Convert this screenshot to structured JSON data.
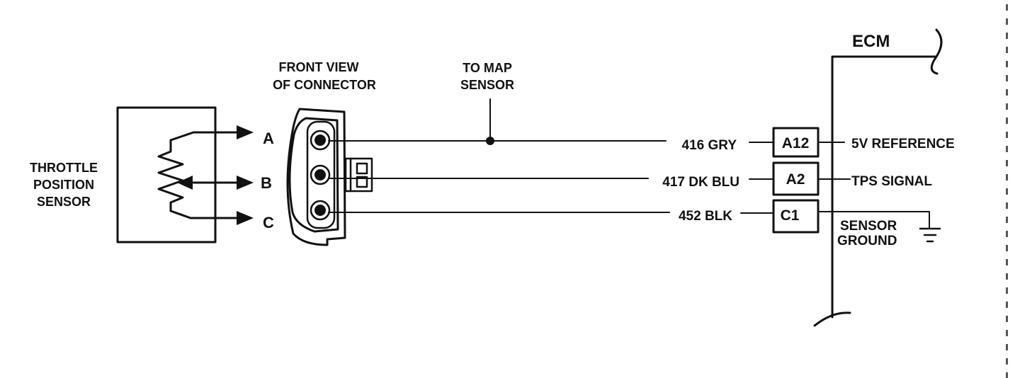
{
  "sensor": {
    "label_lines": [
      "THROTTLE",
      "POSITION",
      "SENSOR"
    ],
    "terminals": [
      "A",
      "B",
      "C"
    ]
  },
  "connector": {
    "label_lines": [
      "FRONT VIEW",
      "OF CONNECTOR"
    ]
  },
  "splice": {
    "label_lines": [
      "TO MAP",
      "SENSOR"
    ]
  },
  "wires": [
    {
      "circuit": "416 GRY",
      "pin": "A12",
      "function": "5V REFERENCE"
    },
    {
      "circuit": "417 DK BLU",
      "pin": "A2",
      "function": "TPS SIGNAL"
    },
    {
      "circuit": "452 BLK",
      "pin": "C1",
      "function_lines": [
        "SENSOR",
        "GROUND"
      ]
    }
  ],
  "ecm": {
    "label": "ECM"
  },
  "colors": {
    "ink": "#111111",
    "background": "#ffffff"
  }
}
